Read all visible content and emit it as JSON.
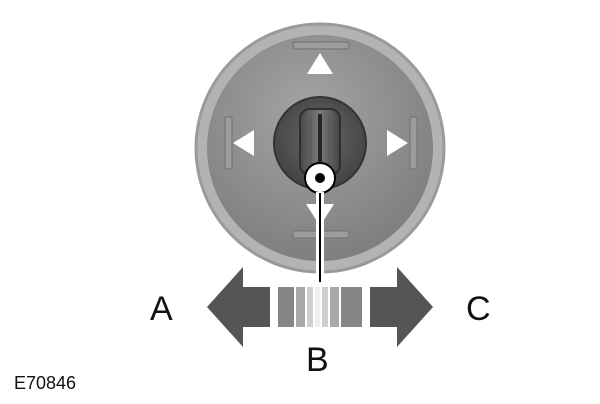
{
  "labels": {
    "a": "A",
    "b": "B",
    "c": "C"
  },
  "figure_code": "E70846",
  "colors": {
    "knob_rim": "#a9a9a9",
    "knob_face": "#8b8b8b",
    "center_knob": "#595959",
    "arrow_fill": "#555555",
    "direction_marker": "#ffffff",
    "leader_line": "#000000"
  },
  "icons": {
    "up": "triangle-up-icon",
    "down": "triangle-down-icon",
    "left": "triangle-left-icon",
    "right": "triangle-right-icon"
  }
}
